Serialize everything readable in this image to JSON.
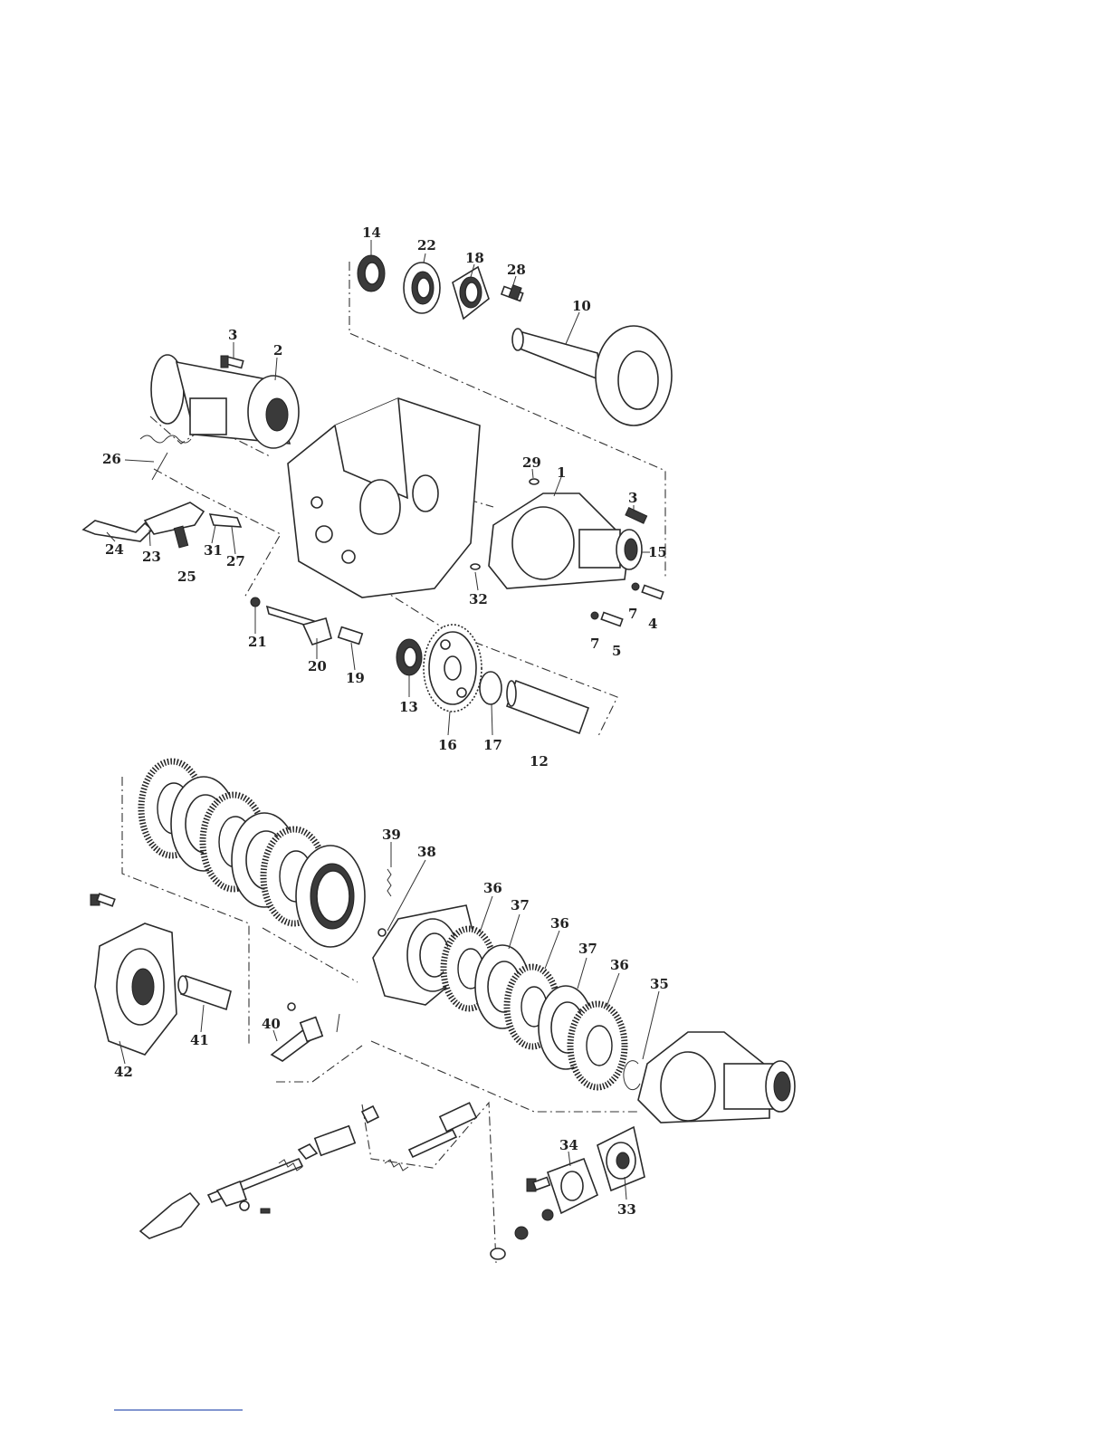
{
  "diagram": {
    "labels": [
      "14",
      "22",
      "18",
      "28",
      "10",
      "3",
      "2",
      "26",
      "29",
      "1",
      "3",
      "15",
      "24",
      "23",
      "25",
      "31",
      "27",
      "32",
      "7",
      "4",
      "7",
      "5",
      "21",
      "20",
      "19",
      "13",
      "16",
      "17",
      "12",
      "39",
      "38",
      "36",
      "37",
      "36",
      "37",
      "36",
      "35",
      "40",
      "41",
      "42",
      "34",
      "33"
    ]
  },
  "colors": {
    "ink": "#2a2a2a",
    "footer_rule": "#1a3fa8"
  }
}
